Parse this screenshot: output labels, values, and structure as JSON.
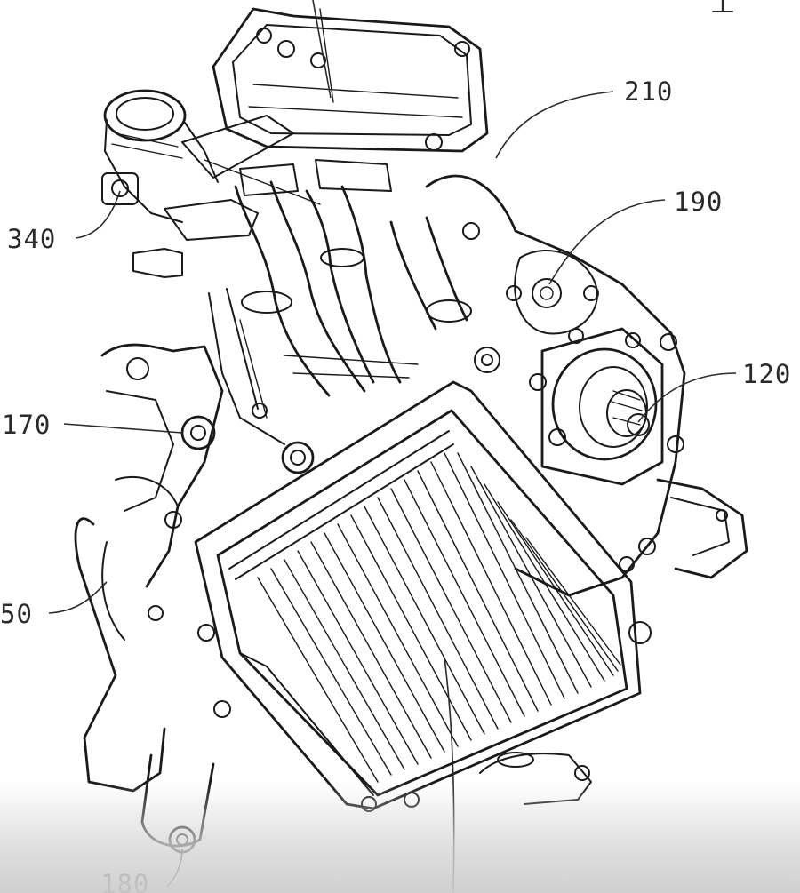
{
  "figure": {
    "corner_mark": "工",
    "labels": {
      "l210": "210",
      "l190": "190",
      "l340": "340",
      "l120": "120",
      "l170": "170",
      "l150": "50",
      "l180": "180"
    }
  },
  "colors": {
    "line": "#1a1a1a",
    "background": "#ffffff",
    "bottom_fade": "#cfcfcf"
  }
}
